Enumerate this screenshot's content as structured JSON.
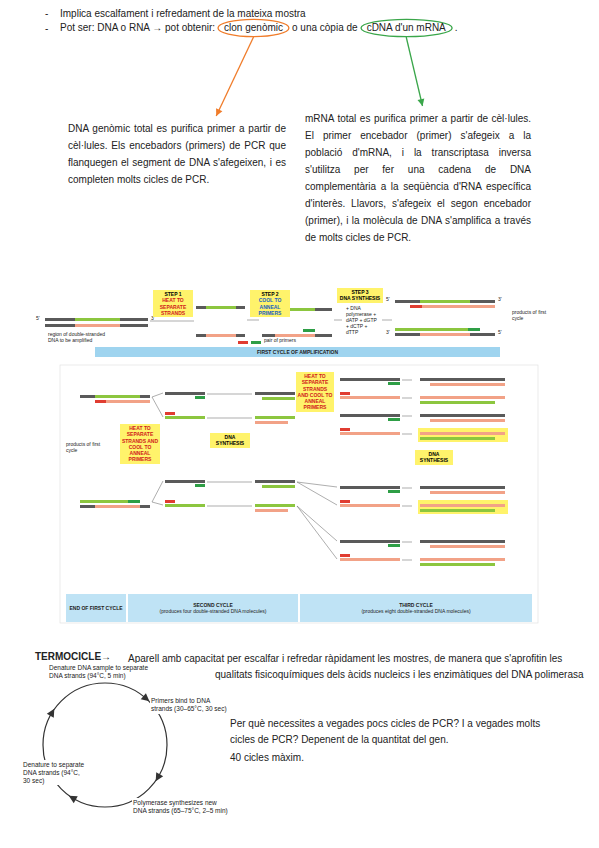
{
  "diagram": {
    "nodes": [
      {
        "text": [
          "clon genòmic"
        ]
      },
      {
        "text": [
          "cDNA d'un mRNA"
        ]
      },
      {
        "text": [
          "DNA genòmic total es purifica primer a partir de cèl·lules. Els encebadors (primers) de PCR que flanquegen el segment de DNA s'afegeixen, i es completen molts cicles de PCR."
        ]
      },
      {
        "text": [
          "mRNA total es purifica primer a partir de cèl·lules. El primer encebador (primer) s'afegeix a la població d'mRNA, i la transcriptasa inversa s'utilitza per fer una cadena de DNA complementària a la seqüència d'RNA específica d'interès. Llavors, s'afegeix el segon encebador (primer), i la molècula de DNA s'amplifica a través de molts cicles de PCR."
        ]
      },
      {
        "text": [
          "STEP 1",
          "HEAT TO SEPARATE STRANDS"
        ]
      },
      {
        "text": [
          "STEP 2",
          "COOL TO ANNEAL PRIMERS"
        ]
      },
      {
        "text": [
          "STEP 3",
          "DNA SYNTHESIS"
        ]
      },
      {
        "text": [
          "FIRST CYCLE OF AMPLIFICATION"
        ]
      },
      {
        "text": [
          "HEAT TO SEPARATE STRANDS AND COOL TO ANNEAL PRIMERS"
        ]
      },
      {
        "text": [
          "DNA SYNTHESIS"
        ]
      },
      {
        "text": [
          "HEAT TO SEPARATE STRANDS AND COOL TO ANNEAL PRIMERS"
        ]
      },
      {
        "text": [
          "DNA SYNTHESIS"
        ]
      },
      {
        "text": [
          "END OF FIRST CYCLE"
        ]
      },
      {
        "text": [
          "SECOND CYCLE",
          "(produces four double-stranded DNA molecules)"
        ]
      },
      {
        "text": [
          "THIRD CYCLE",
          "(produces eight double-stranded DNA molecules)"
        ]
      }
    ],
    "edges": [
      {
        "from": 0,
        "to": 2,
        "arrow": "to"
      },
      {
        "from": 1,
        "to": 3,
        "arrow": "to"
      }
    ],
    "labels": [
      "-",
      "Implica escalfament i refredament de la mateixa mostra",
      "-",
      "Pot ser: DNA o RNA → pot obtenir:",
      "o una còpia de",
      ".",
      "region of double-stranded DNA to be amplified",
      "pair of primers",
      "+ DNA polymerase + dATP + dGTP + dCTP + dTTP",
      "products of first cycle",
      "products of first cycle",
      "5'",
      "3'",
      "5'",
      "3'",
      "3'",
      "5'",
      "TERMOCICLE→",
      "Aparell amb capacitat per escalfar i refredar ràpidament les mostres, de manera que s'aprofitin les qualitats fisicoquímiques dels àcids nucleics i les enzimàtiques del DNA polimerasa",
      "Denature DNA sample to separate DNA strands (94°C, 5 min)",
      "Primers bind to DNA strands (30–65°C, 30 sec)",
      "Denature to separate DNA strands (94°C, 30 sec)",
      "Polymerase synthesizes new DNA strands (65–75°C, 2–5 min)",
      "Per què necessites a vegades pocs cicles de PCR? I a vegades molts cicles de PCR? Depenent de la quantitat del gen.",
      "40 cicles màxim."
    ]
  }
}
